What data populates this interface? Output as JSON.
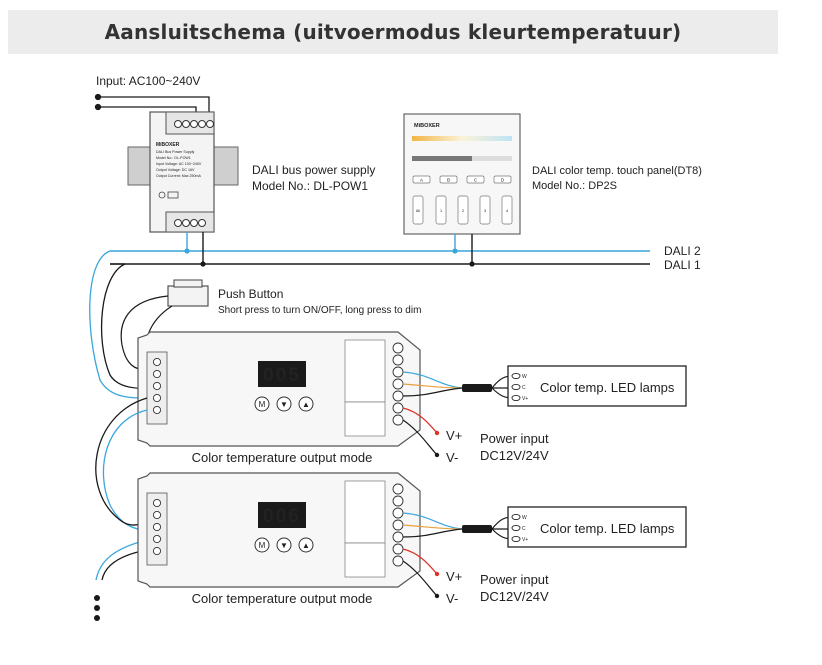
{
  "title": "Aansluitschema (uitvoermodus kleurtemperatuur)",
  "input_label": "Input: AC100~240V",
  "power_supply": {
    "name": "DALI bus power supply",
    "model": "Model No.: DL-POW1",
    "brand": "MiBOXER",
    "label_lines": [
      "DALI Bus Power Supply",
      "Model No.: DL-POW1",
      "Input Voltage: AC 100~240V",
      "Output Voltage: DC 16V",
      "Output Current: Max 250mA"
    ]
  },
  "panel": {
    "name": "DALI color temp. touch panel(DT8)",
    "model": "Model No.: DP2S",
    "brand": "MiBOXER",
    "group_keys": [
      "A",
      "B",
      "C",
      "D"
    ],
    "zone_keys": [
      "All",
      "1",
      "2",
      "3",
      "4"
    ]
  },
  "bus_lines": [
    "DALI 2",
    "DALI 1"
  ],
  "push_button": {
    "name": "Push Button",
    "desc": "Short press to turn ON/OFF, long press to dim"
  },
  "controllers": [
    {
      "display": "005",
      "mode_label": "Color temperature output mode",
      "buttons": [
        "M",
        "▼",
        "▲"
      ],
      "lamp_label": "Color temp. LED lamps",
      "lamp_pins": [
        "W",
        "C",
        "V+"
      ],
      "power_plus": "V+",
      "power_minus": "V-",
      "power_title": "Power input",
      "power_voltage": "DC12V/24V"
    },
    {
      "display": "006",
      "mode_label": "Color temperature output mode",
      "buttons": [
        "M",
        "▼",
        "▲"
      ],
      "lamp_label": "Color temp. LED lamps",
      "lamp_pins": [
        "W",
        "C",
        "V+"
      ],
      "power_plus": "V+",
      "power_minus": "V-",
      "power_title": "Power input",
      "power_voltage": "DC12V/24V"
    }
  ],
  "colors": {
    "dali2": "#3aa6dc",
    "wire": "#1a1a1a",
    "red": "#e0302a",
    "orange": "#e8a040",
    "display_bg": "#1a1a1a",
    "display_digits": "#ff2a1a"
  }
}
